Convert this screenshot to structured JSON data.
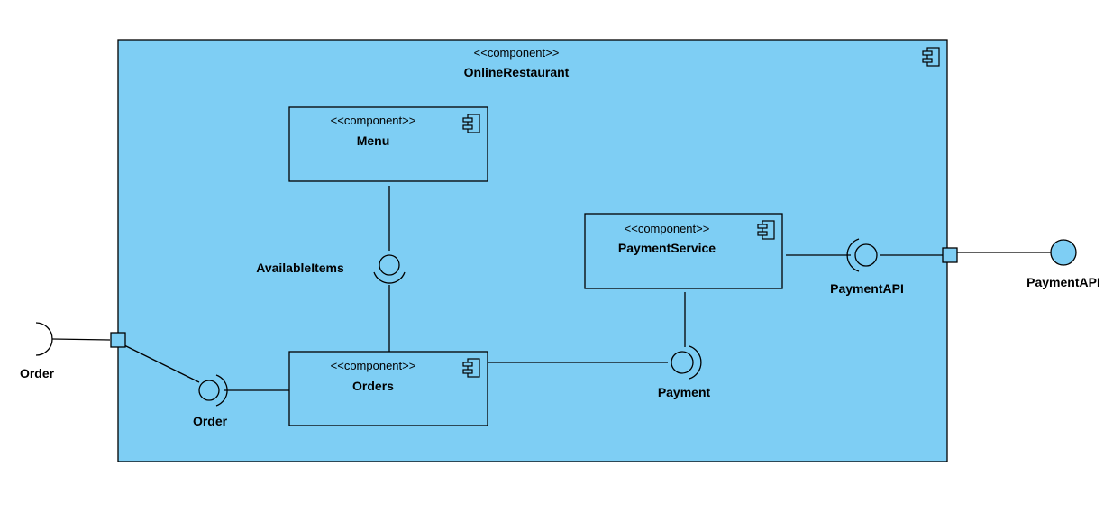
{
  "colors": {
    "component_fill": "#7ecef4",
    "stroke": "#000000",
    "background": "#ffffff"
  },
  "outer": {
    "stereotype": "<<component>>",
    "name": "OnlineRestaurant",
    "icon": "component-icon"
  },
  "components": {
    "menu": {
      "stereotype": "<<component>>",
      "name": "Menu",
      "icon": "component-icon"
    },
    "orders": {
      "stereotype": "<<component>>",
      "name": "Orders",
      "icon": "component-icon"
    },
    "payment_service": {
      "stereotype": "<<component>>",
      "name": "PaymentService",
      "icon": "component-icon"
    }
  },
  "interfaces": {
    "available_items": "AvailableItems",
    "order_internal": "Order",
    "order_external": "Order",
    "payment": "Payment",
    "payment_api_internal": "PaymentAPI",
    "payment_api_external": "PaymentAPI"
  }
}
